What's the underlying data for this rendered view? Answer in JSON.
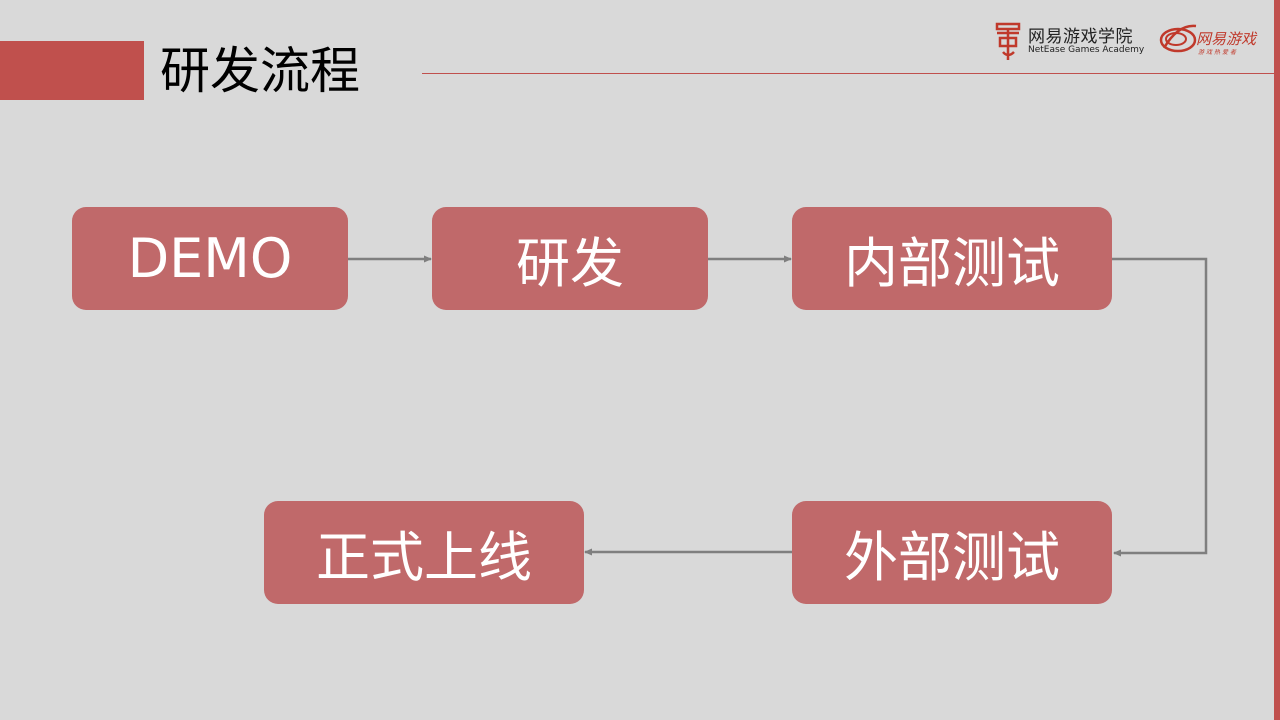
{
  "slide": {
    "title": "研发流程"
  },
  "logos": {
    "academy_name": "网易游戏学院",
    "academy_name_en": "NetEase Games Academy",
    "games_wordmark": "网易游戏",
    "games_tagline": "游戏热爱者"
  },
  "colors": {
    "background": "#d9d9d9",
    "accent": "#c0504d",
    "box_fill": "#c0696a",
    "arrow": "#7f7f7f"
  },
  "flow": {
    "steps": [
      {
        "id": "demo",
        "label": "DEMO"
      },
      {
        "id": "develop",
        "label": "研发"
      },
      {
        "id": "internal-test",
        "label": "内部测试"
      },
      {
        "id": "external-test",
        "label": "外部测试"
      },
      {
        "id": "launch",
        "label": "正式上线"
      }
    ],
    "connections": [
      {
        "from": "demo",
        "to": "develop"
      },
      {
        "from": "develop",
        "to": "internal-test"
      },
      {
        "from": "internal-test",
        "to": "external-test"
      },
      {
        "from": "external-test",
        "to": "launch"
      }
    ]
  }
}
